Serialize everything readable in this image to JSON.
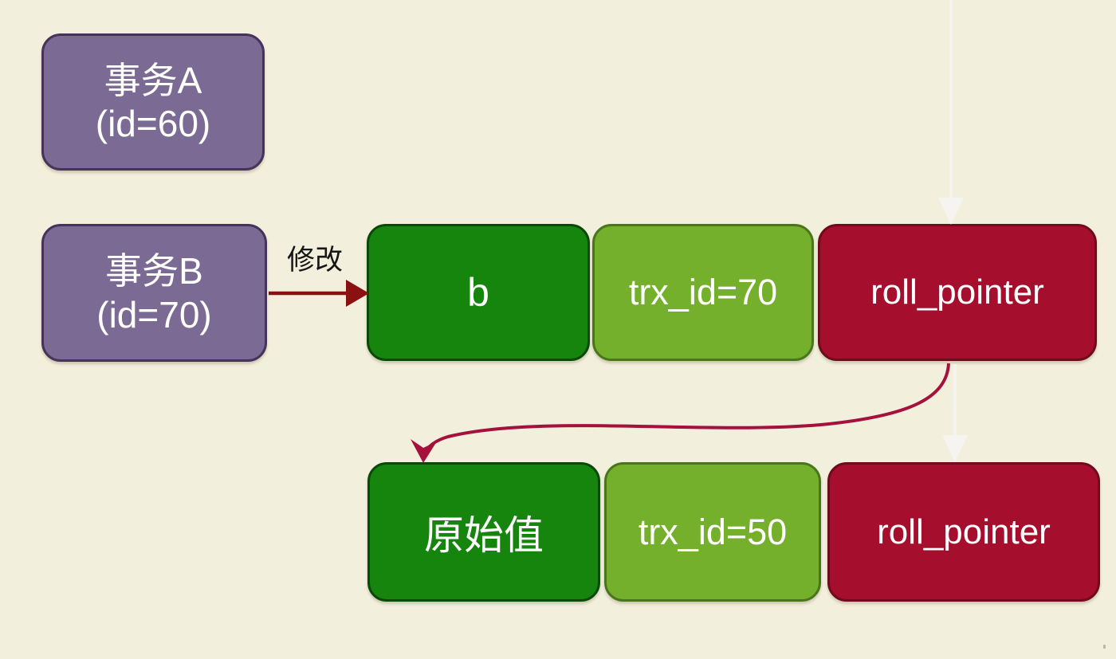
{
  "diagram": {
    "title_hint": "MVCC undo-log version chain",
    "transactions": [
      {
        "title": "事务A",
        "subtitle": "(id=60)"
      },
      {
        "title": "事务B",
        "subtitle": "(id=70)"
      }
    ],
    "edge_label": "修改",
    "version_rows": [
      {
        "value": "b",
        "trx": "trx_id=70",
        "pointer": "roll_pointer"
      },
      {
        "value": "原始值",
        "trx": "trx_id=50",
        "pointer": "roll_pointer"
      }
    ],
    "arrows": [
      {
        "name": "modify-arrow",
        "from": "txn-b",
        "to": "row1-value",
        "color": "#8b1111"
      },
      {
        "name": "roll-pointer-arrow",
        "from": "row1-pointer",
        "to": "row2-value",
        "color": "#a5103c"
      },
      {
        "name": "faint-arrow-top",
        "from": "top-edge",
        "to": "row1-pointer",
        "color": "#f5f4f0"
      },
      {
        "name": "faint-arrow-middle",
        "from": "row1-pointer",
        "to": "row2-pointer",
        "color": "#f5f4f0"
      }
    ],
    "colors": {
      "background": "#f2efdc",
      "transaction_fill": "#7b6b94",
      "transaction_border": "#46325b",
      "value_fill": "#16850e",
      "value_border": "#0a4a08",
      "trx_fill": "#74b02c",
      "trx_border": "#49761b",
      "pointer_fill": "#a50f2d",
      "pointer_border": "#700a1f",
      "modify_arrow": "#8b1111",
      "roll_pointer_arrow": "#a5103c",
      "faint_arrow": "#f5f4f0",
      "text": "#ffffff",
      "label_text": "#161616"
    }
  }
}
